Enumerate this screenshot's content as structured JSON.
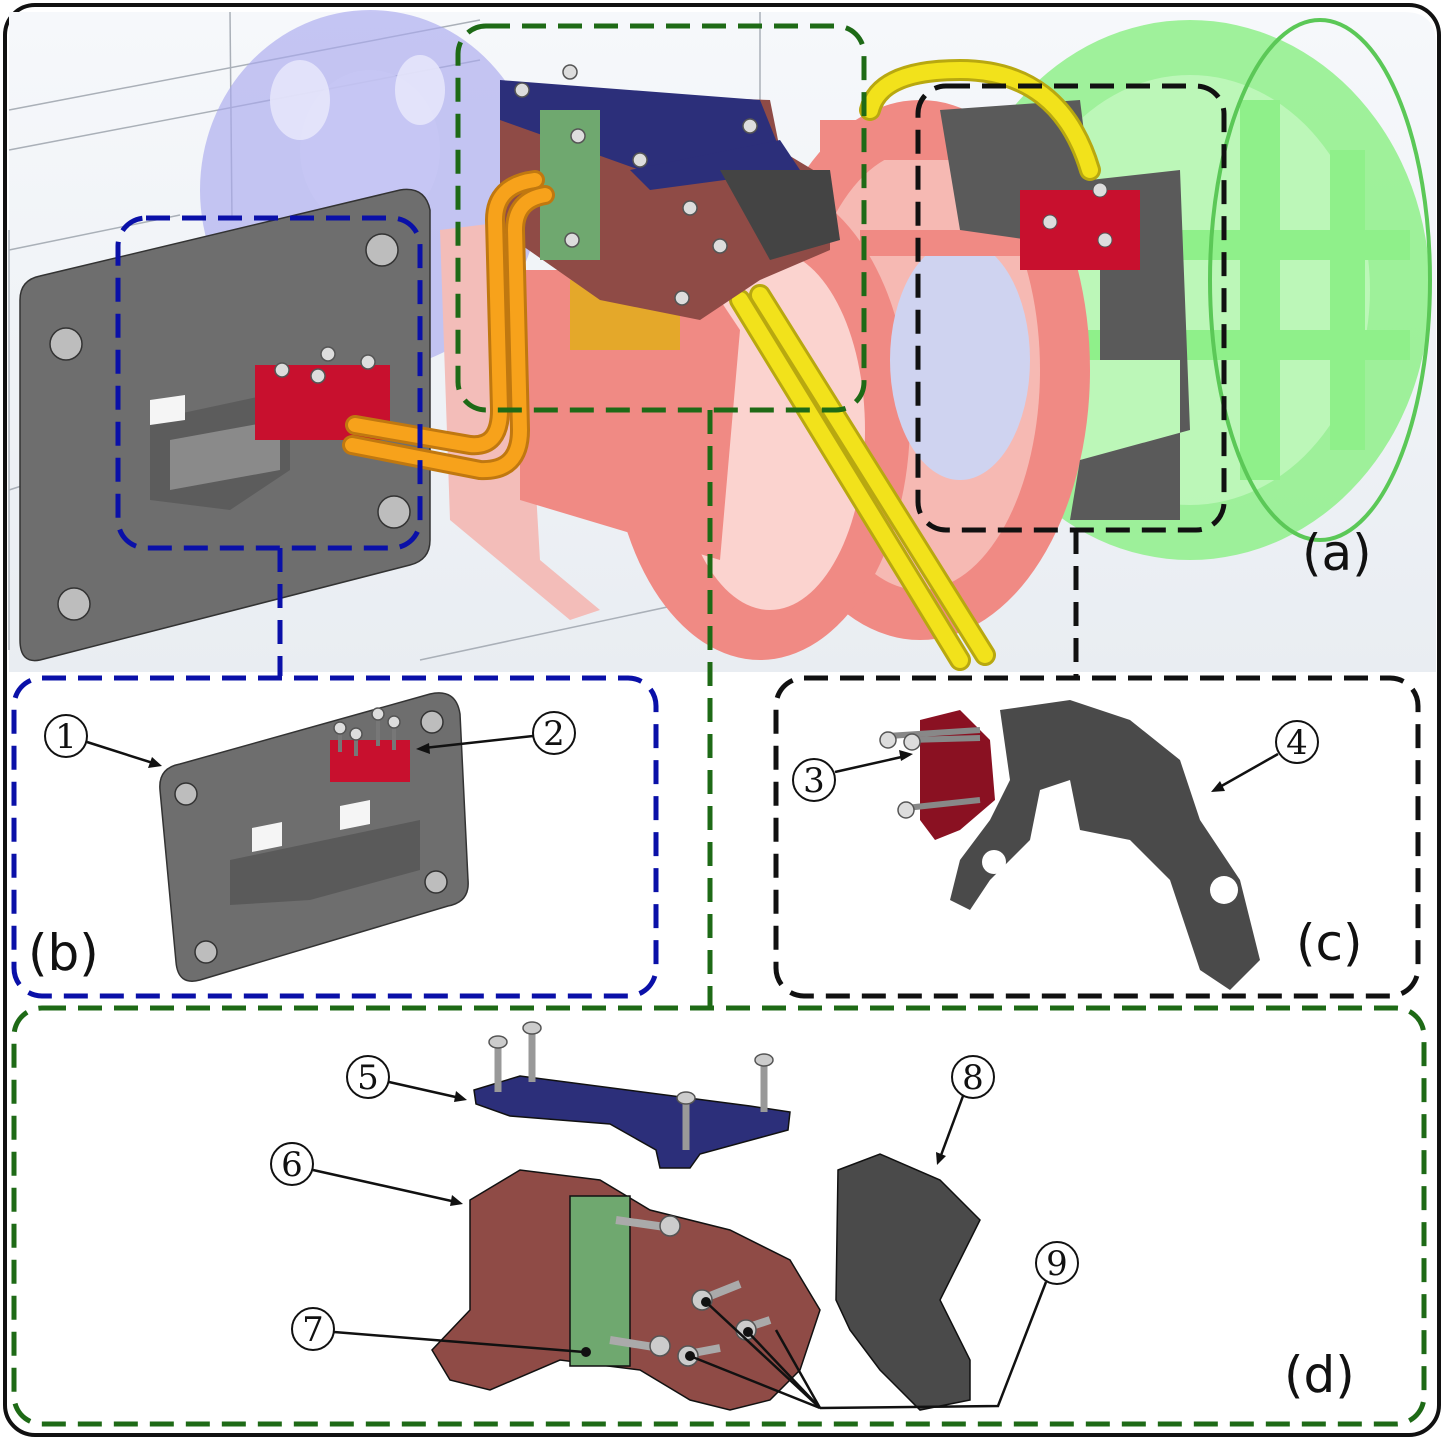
{
  "panels": {
    "a": "(a)",
    "b": "(b)",
    "c": "(c)",
    "d": "(d)"
  },
  "callouts": [
    "1",
    "2",
    "3",
    "4",
    "5",
    "6",
    "7",
    "8",
    "9"
  ],
  "colors": {
    "blue_box": "#0a10a8",
    "green_box": "#1e6a16",
    "black_box": "#111111",
    "plate_gray": "#6e6e6e",
    "red_block": "#c8102e",
    "salmon": "#f08a84",
    "brown": "#8f4b46",
    "navy": "#2c2f7a",
    "green_part": "#6fa86f",
    "dark_gray": "#444444",
    "orange_tube": "#f7a21b",
    "yellow_tube": "#f2e21b",
    "light_green": "#8ff08a",
    "lavender": "#a9a9ee"
  }
}
